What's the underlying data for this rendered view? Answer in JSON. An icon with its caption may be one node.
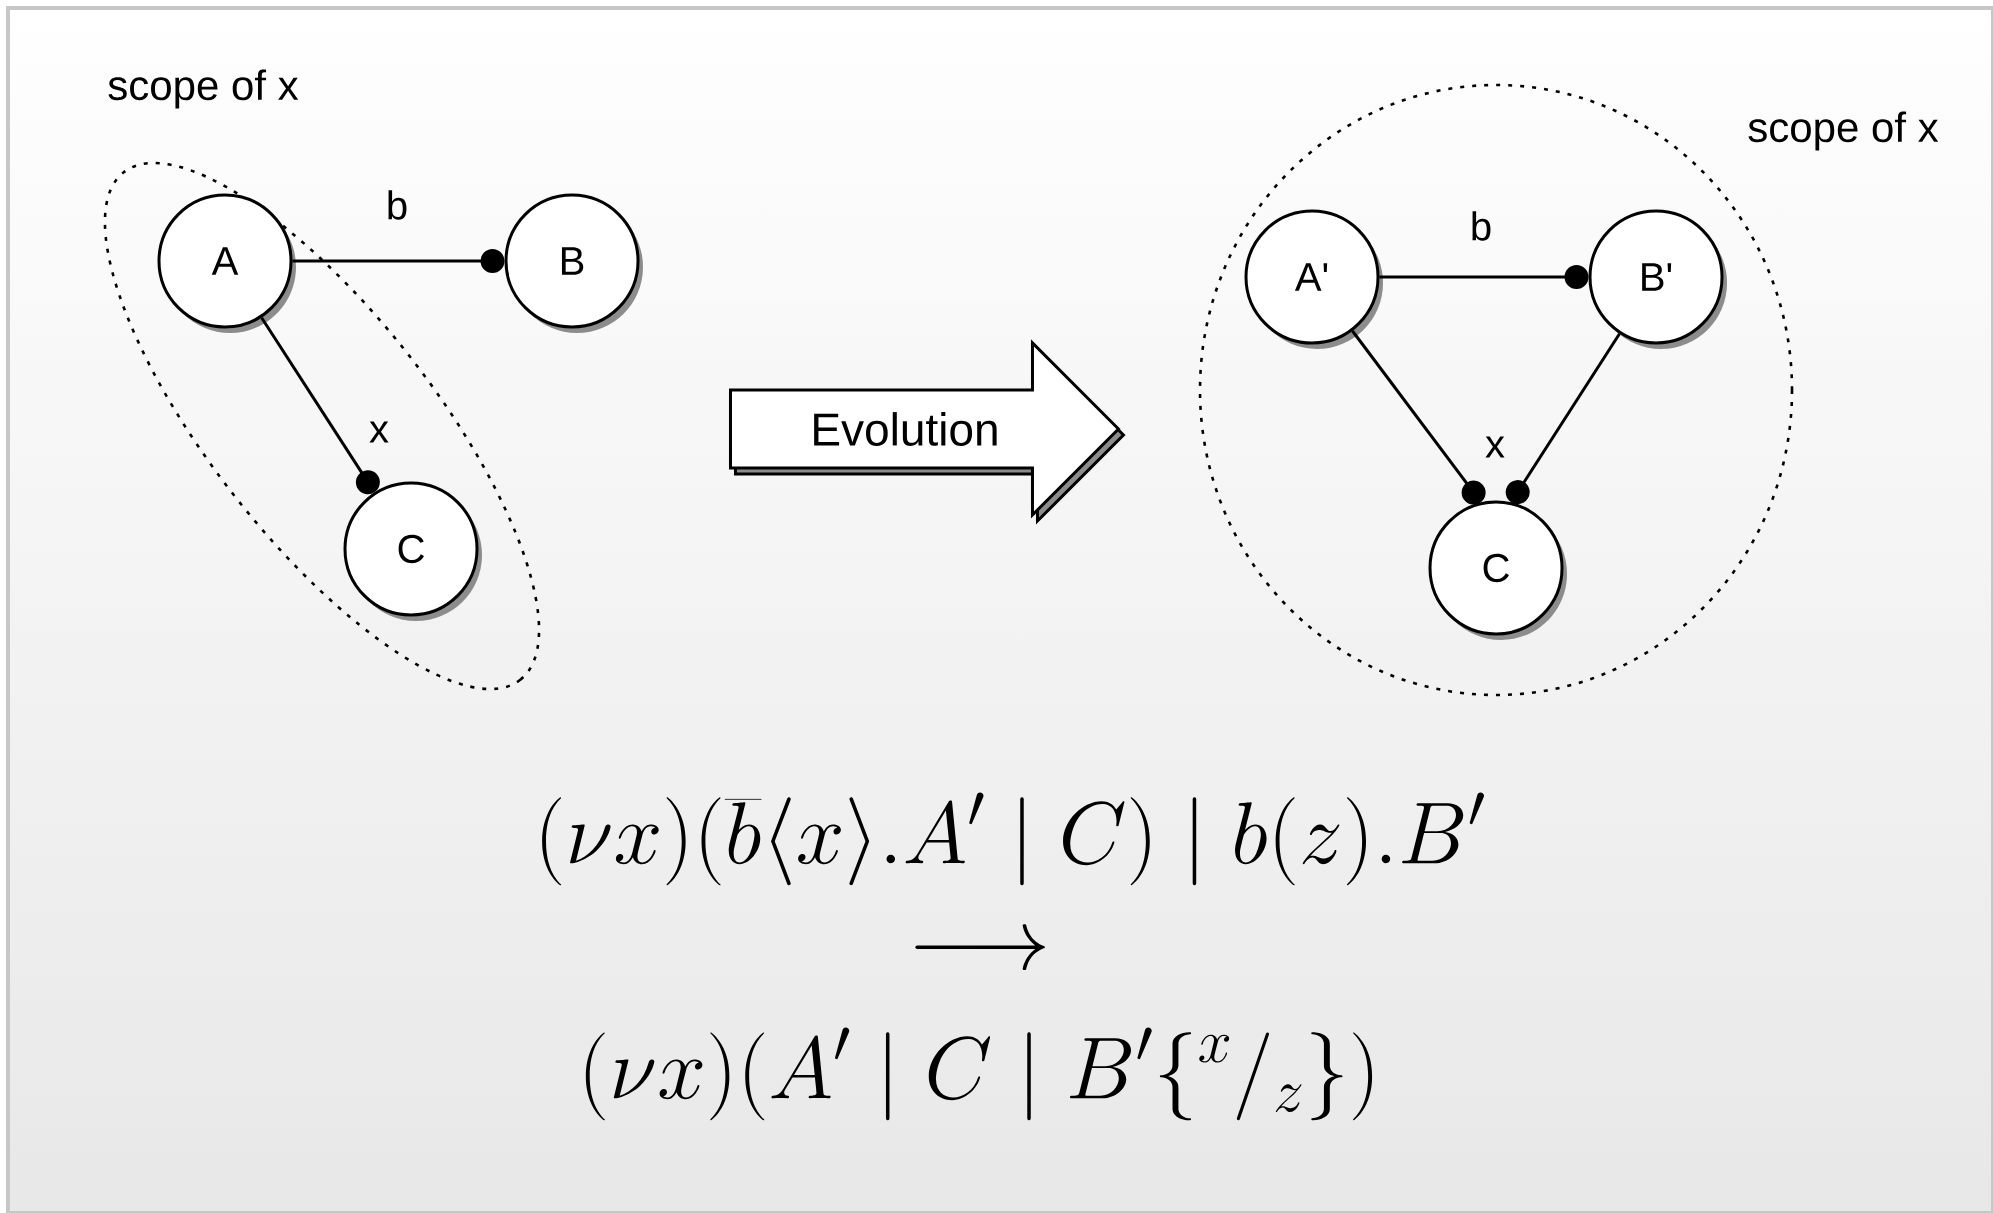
{
  "diagram": {
    "nodes": [
      {
        "text": [
          "scope of x"
        ]
      },
      {
        "text": [
          "A"
        ],
        "in": 0
      },
      {
        "text": [
          "B"
        ]
      },
      {
        "text": [
          "C"
        ],
        "in": 0
      },
      {
        "text": [
          "Evolution"
        ]
      },
      {
        "text": [
          "scope of x"
        ]
      },
      {
        "text": [
          "A'"
        ],
        "in": 5
      },
      {
        "text": [
          "B'"
        ],
        "in": 5
      },
      {
        "text": [
          "C"
        ],
        "in": 5
      }
    ],
    "edges": [
      {
        "from": 1,
        "to": 2,
        "arrow": "other",
        "label": "b"
      },
      {
        "from": 1,
        "to": 3,
        "arrow": "other",
        "label": "x"
      },
      {
        "from": 6,
        "to": 7,
        "arrow": "other",
        "label": "b"
      },
      {
        "from": 6,
        "to": 8,
        "arrow": "other",
        "label": "x"
      },
      {
        "from": 7,
        "to": 8,
        "arrow": "other"
      }
    ],
    "labels": [
      "(\\nu x)(\\overline{b}\\langle x\\rangle.A' \\mid C) \\mid b(z).B'",
      "\\longrightarrow",
      "(\\nu x)(A' \\mid C \\mid B'\\{{}^{x}/_{z}\\})"
    ]
  }
}
